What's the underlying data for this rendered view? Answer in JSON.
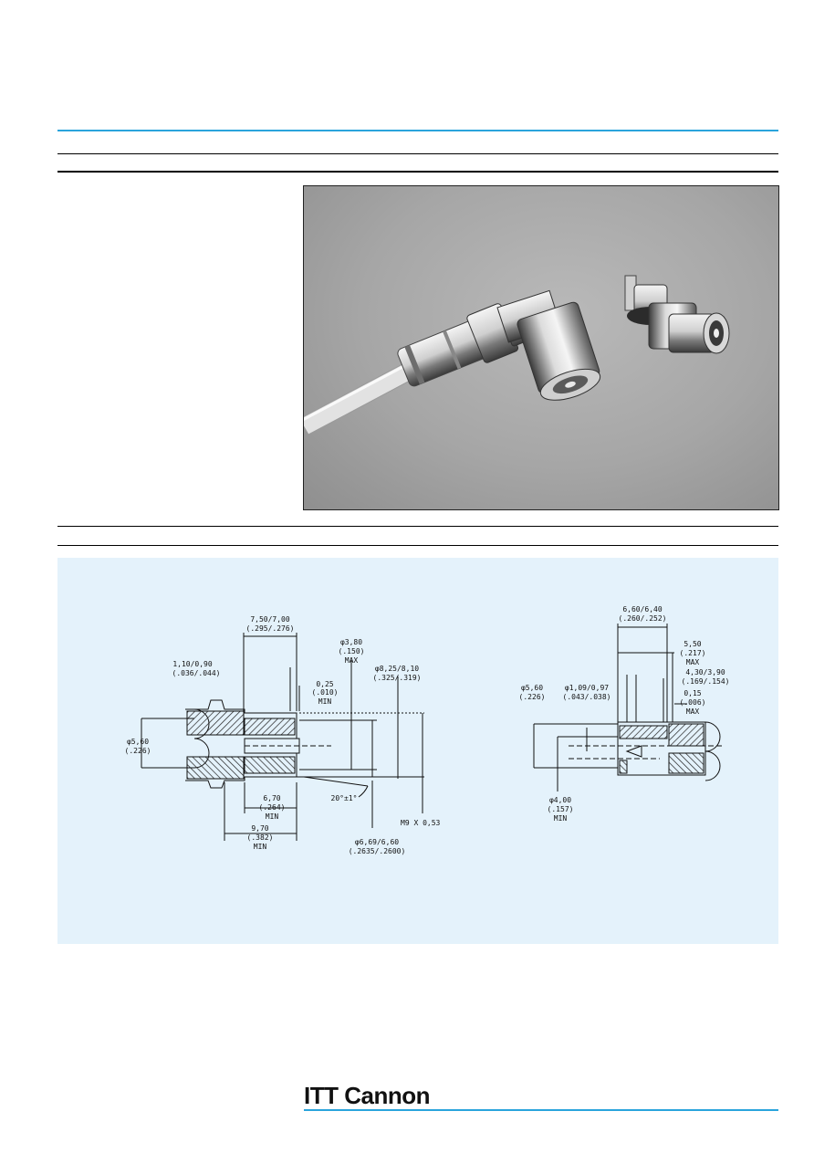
{
  "brand": {
    "logo_text": "ITT Cannon",
    "accent_color": "#2aa4dc"
  },
  "photo": {
    "subject": "right-angle plug on cable and bulkhead jack"
  },
  "drawing": {
    "background_color": "#e4f2fb",
    "left_connector": {
      "d_750_700": "7,50/7,00",
      "d_295_276": "(.295/.276)",
      "d_110_090": "1,10/0,90",
      "d_036_044": "(.036/.044)",
      "phi_380": "φ3,80",
      "phi_380_in": "(.150)",
      "phi_380_max": "MAX",
      "phi_825_810": "φ8,25/8,10",
      "phi_825_in": "(.325/.319)",
      "d_025": "0,25",
      "d_010": "(.010)",
      "d_025_min": "MIN",
      "phi_560": "φ5,60",
      "phi_560_in": "(.226)",
      "d_670": "6,70",
      "d_264": "(.264)",
      "d_670_min": "MIN",
      "angle": "20°±1°",
      "thread": "M9  X  0,53",
      "d_970": "9,70",
      "d_382": "(.382)",
      "d_970_min": "MIN",
      "phi_669_660": "φ6,69/6,60",
      "phi_669_in": "(.2635/.2600)"
    },
    "right_connector": {
      "d_660_640": "6,60/6,40",
      "d_260_252": "(.260/.252)",
      "d_550": "5,50",
      "d_217": "(.217)",
      "d_550_max": "MAX",
      "d_430_390": "4,30/3,90",
      "d_169_154": "(.169/.154)",
      "phi_560": "φ5,60",
      "phi_560_in": "(.226)",
      "phi_109_097": "φ1,09/0,97",
      "phi_109_in": "(.043/.038)",
      "d_015": "0,15",
      "d_006": "(.006)",
      "d_015_max": "MAX",
      "phi_400": "φ4,00",
      "phi_400_in": "(.157)",
      "phi_400_min": "MIN"
    }
  }
}
